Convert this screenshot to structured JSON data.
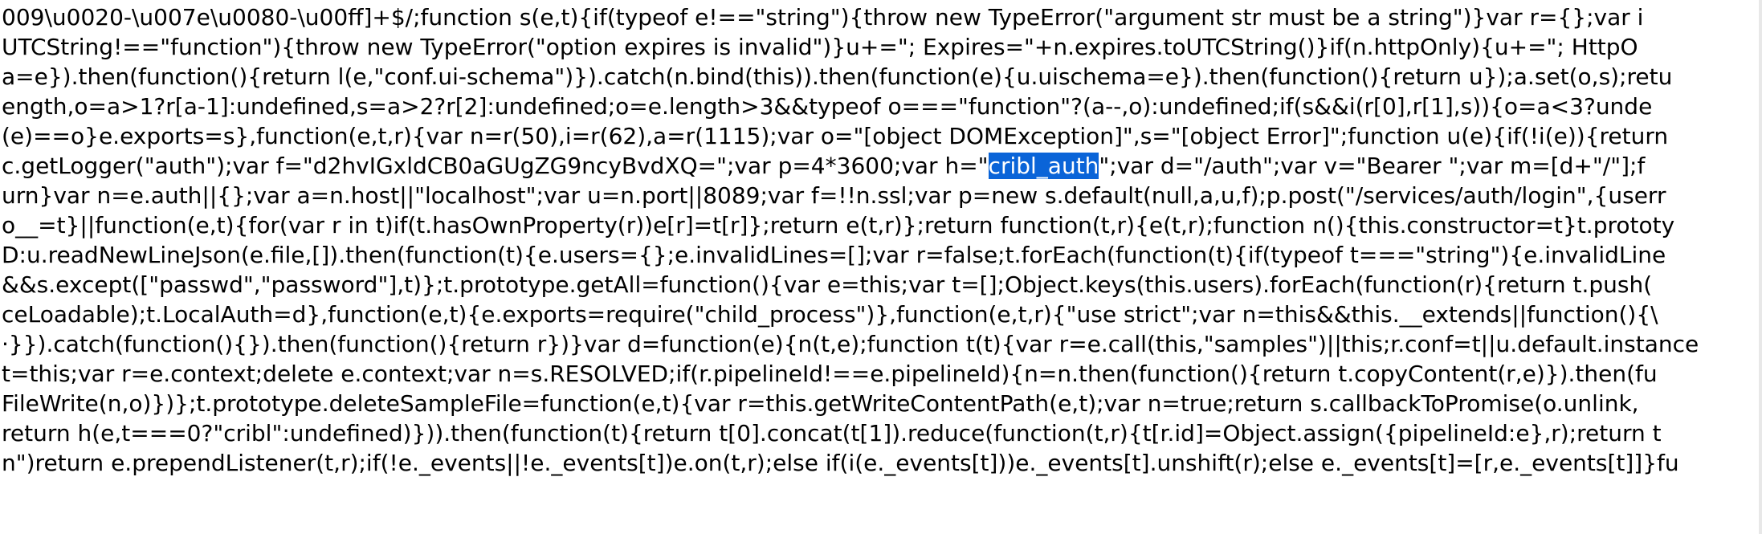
{
  "editor": {
    "lines": [
      {
        "text": "009\\u0020-\\u007e\\u0080-\\u00ff]+$/;function s(e,t){if(typeof e!==\"string\"){throw new TypeError(\"argument str must be a string\")}var r={};var i"
      },
      {
        "text": "UTCString!==\"function\"){throw new TypeError(\"option expires is invalid\")}u+=\"; Expires=\"+n.expires.toUTCString()}if(n.httpOnly){u+=\"; HttpO"
      },
      {
        "text": "a=e}).then(function(){return l(e,\"conf.ui-schema\")}).catch(n.bind(this)).then(function(e){u.uischema=e}).then(function(){return u});a.set(o,s);retu"
      },
      {
        "text": "ength,o=a>1?r[a-1]:undefined,s=a>2?r[2]:undefined;o=e.length>3&&typeof o===\"function\"?(a--,o):undefined;if(s&&i(r[0],r[1],s)){o=a<3?unde"
      },
      {
        "text": "(e)==o}e.exports=s},function(e,t,r){var n=r(50),i=r(62),a=r(1115);var o=\"[object DOMException]\",s=\"[object Error]\";function u(e){if(!i(e)){return"
      },
      {
        "before": "c.getLogger(\"auth\");var f=\"d2hvIGxldCB0aGUgZG9ncyBvdXQ=\";var p=4*3600;var h=\"",
        "selected": "cribl_auth",
        "after": "\";var d=\"/auth\";var v=\"Bearer \";var m=[d+\"/\"];f"
      },
      {
        "text": "urn}var n=e.auth||{};var a=n.host||\"localhost\";var u=n.port||8089;var f=!!n.ssl;var p=new s.default(null,a,u,f);p.post(\"/services/auth/login\",{userr"
      },
      {
        "text": "o__=t}||function(e,t){for(var r in t)if(t.hasOwnProperty(r))e[r]=t[r]};return e(t,r)};return function(t,r){e(t,r);function n(){this.constructor=t}t.prototy"
      },
      {
        "text": "D:u.readNewLineJson(e.file,[]).then(function(t){e.users={};e.invalidLines=[];var r=false;t.forEach(function(t){if(typeof t===\"string\"){e.invalidLine"
      },
      {
        "text": "&&s.except([\"passwd\",\"password\"],t)};t.prototype.getAll=function(){var e=this;var t=[];Object.keys(this.users).forEach(function(r){return t.push("
      },
      {
        "text": "ceLoadable);t.LocalAuth=d},function(e,t){e.exports=require(\"child_process\")},function(e,t,r){\"use strict\";var n=this&&this.__extends||function(){\\"
      },
      {
        "text": "·}}).catch(function(){}).then(function(){return r})}var d=function(e){n(t,e);function t(t){var r=e.call(this,\"samples\")||this;r.conf=t||u.default.instance"
      },
      {
        "text": "t=this;var r=e.context;delete e.context;var n=s.RESOLVED;if(r.pipelineId!==e.pipelineId){n=n.then(function(){return t.copyContent(r,e)}).then(fu"
      },
      {
        "text": "FileWrite(n,o)})};t.prototype.deleteSampleFile=function(e,t){var r=this.getWriteContentPath(e,t);var n=true;return s.callbackToPromise(o.unlink,"
      },
      {
        "text": "return h(e,t===0?\"cribl\":undefined)})).then(function(t){return t[0].concat(t[1]).reduce(function(t,r){t[r.id]=Object.assign({pipelineId:e},r);return t"
      },
      {
        "text": "n\")return e.prependListener(t,r);if(!e._events||!e._events[t])e.on(t,r);else if(i(e._events[t]))e._events[t].unshift(r);else e._events[t]=[r,e._events[t]]}fu"
      }
    ]
  }
}
